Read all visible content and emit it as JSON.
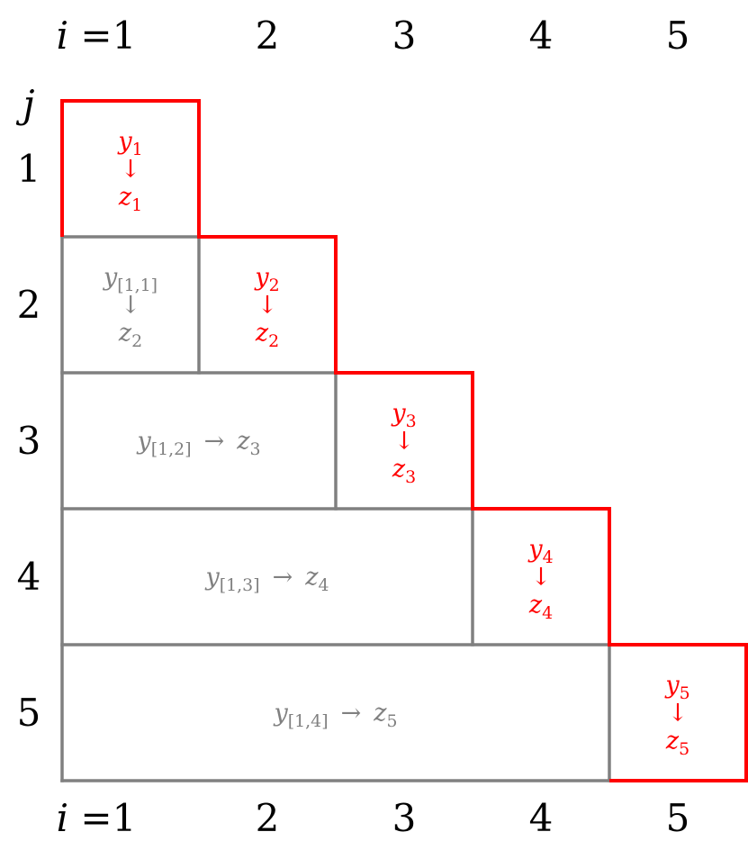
{
  "colors": {
    "diagonal": "#ff0000",
    "offdiagonal": "#808080",
    "axis_text": "#000000"
  },
  "axes": {
    "top": {
      "var": "i",
      "labels": [
        "1",
        "2",
        "3",
        "4",
        "5"
      ]
    },
    "bottom": {
      "var": "i",
      "labels": [
        "1",
        "2",
        "3",
        "4",
        "5"
      ]
    },
    "left": {
      "var": "j",
      "labels": [
        "1",
        "2",
        "3",
        "4",
        "5"
      ]
    }
  },
  "cells": [
    {
      "row": 1,
      "type": "diagonal",
      "top_main": "y",
      "top_sub": "1",
      "arrow": "↓",
      "bottom_main": "z",
      "bottom_sub": "1"
    },
    {
      "row": 2,
      "type": "offdiagonal",
      "top_main": "y",
      "top_sub": "[1,1]",
      "arrow": "↓",
      "bottom_main": "z",
      "bottom_sub": "2"
    },
    {
      "row": 2,
      "type": "diagonal",
      "top_main": "y",
      "top_sub": "2",
      "arrow": "↓",
      "bottom_main": "z",
      "bottom_sub": "2"
    },
    {
      "row": 3,
      "type": "offdiagonal",
      "top_main": "y",
      "top_sub": "[1,2]",
      "arrow": "→",
      "bottom_main": "z",
      "bottom_sub": "3"
    },
    {
      "row": 3,
      "type": "diagonal",
      "top_main": "y",
      "top_sub": "3",
      "arrow": "↓",
      "bottom_main": "z",
      "bottom_sub": "3"
    },
    {
      "row": 4,
      "type": "offdiagonal",
      "top_main": "y",
      "top_sub": "[1,3]",
      "arrow": "→",
      "bottom_main": "z",
      "bottom_sub": "4"
    },
    {
      "row": 4,
      "type": "diagonal",
      "top_main": "y",
      "top_sub": "4",
      "arrow": "↓",
      "bottom_main": "z",
      "bottom_sub": "4"
    },
    {
      "row": 5,
      "type": "offdiagonal",
      "top_main": "y",
      "top_sub": "[1,4]",
      "arrow": "→",
      "bottom_main": "z",
      "bottom_sub": "5"
    },
    {
      "row": 5,
      "type": "diagonal",
      "top_main": "y",
      "top_sub": "5",
      "arrow": "↓",
      "bottom_main": "z",
      "bottom_sub": "5"
    }
  ]
}
